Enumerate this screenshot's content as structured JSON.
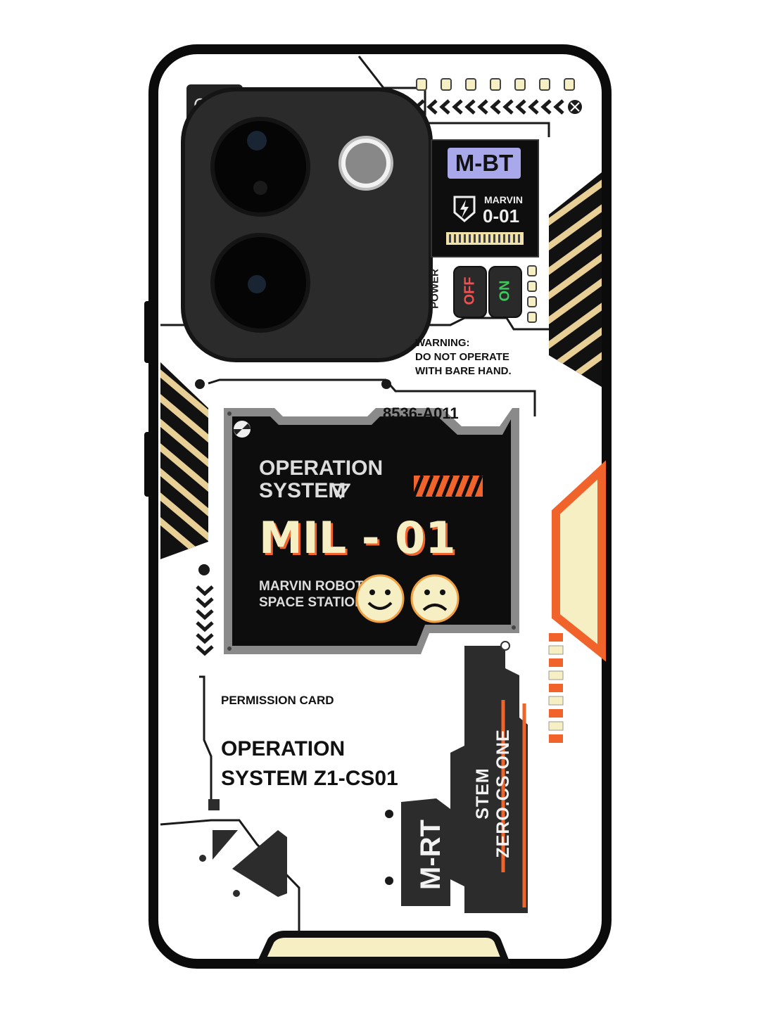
{
  "colors": {
    "frame": "#0b0b0b",
    "panel": "#111111",
    "accent_orange": "#f0642c",
    "cream": "#f6efc4",
    "lavender": "#a8a8ea",
    "stripe_gold": "#e8cf96",
    "gray": "#8a8a8a"
  },
  "camera": {
    "brand_fragment": "Co",
    "icons": [
      "camera-lens-icon",
      "camera-lens-icon",
      "flash-icon",
      "sensor-icon"
    ]
  },
  "mbt_badge": {
    "title": "M-BT",
    "subtitle_name": "MARVIN",
    "subtitle_code": "0-01",
    "icon": "lightning-shield-icon"
  },
  "power_switch": {
    "label": "POWER",
    "off": "OFF",
    "on": "ON"
  },
  "warning": {
    "line1": "WARNING:",
    "line2": "DO NOT OPERATE",
    "line3": "WITH BARE HAND."
  },
  "main_panel": {
    "serial": "8536-A011",
    "os_line1": "OPERATION",
    "os_line2": "SYSTEM",
    "model": "MIL - 01",
    "station_line1": "MARVIN ROBOT",
    "station_line2": "SPACE STATION",
    "icons": [
      "triangle-logo-icon",
      "happy-face-icon",
      "sad-face-icon",
      "fan-icon"
    ]
  },
  "permission": {
    "label": "PERMISSION CARD",
    "line1": "OPERATION",
    "line2": "SYSTEM Z1-CS01"
  },
  "vertical_text": {
    "system": "STEM ZERO.CS.ONE",
    "mbt": "M-RT"
  }
}
